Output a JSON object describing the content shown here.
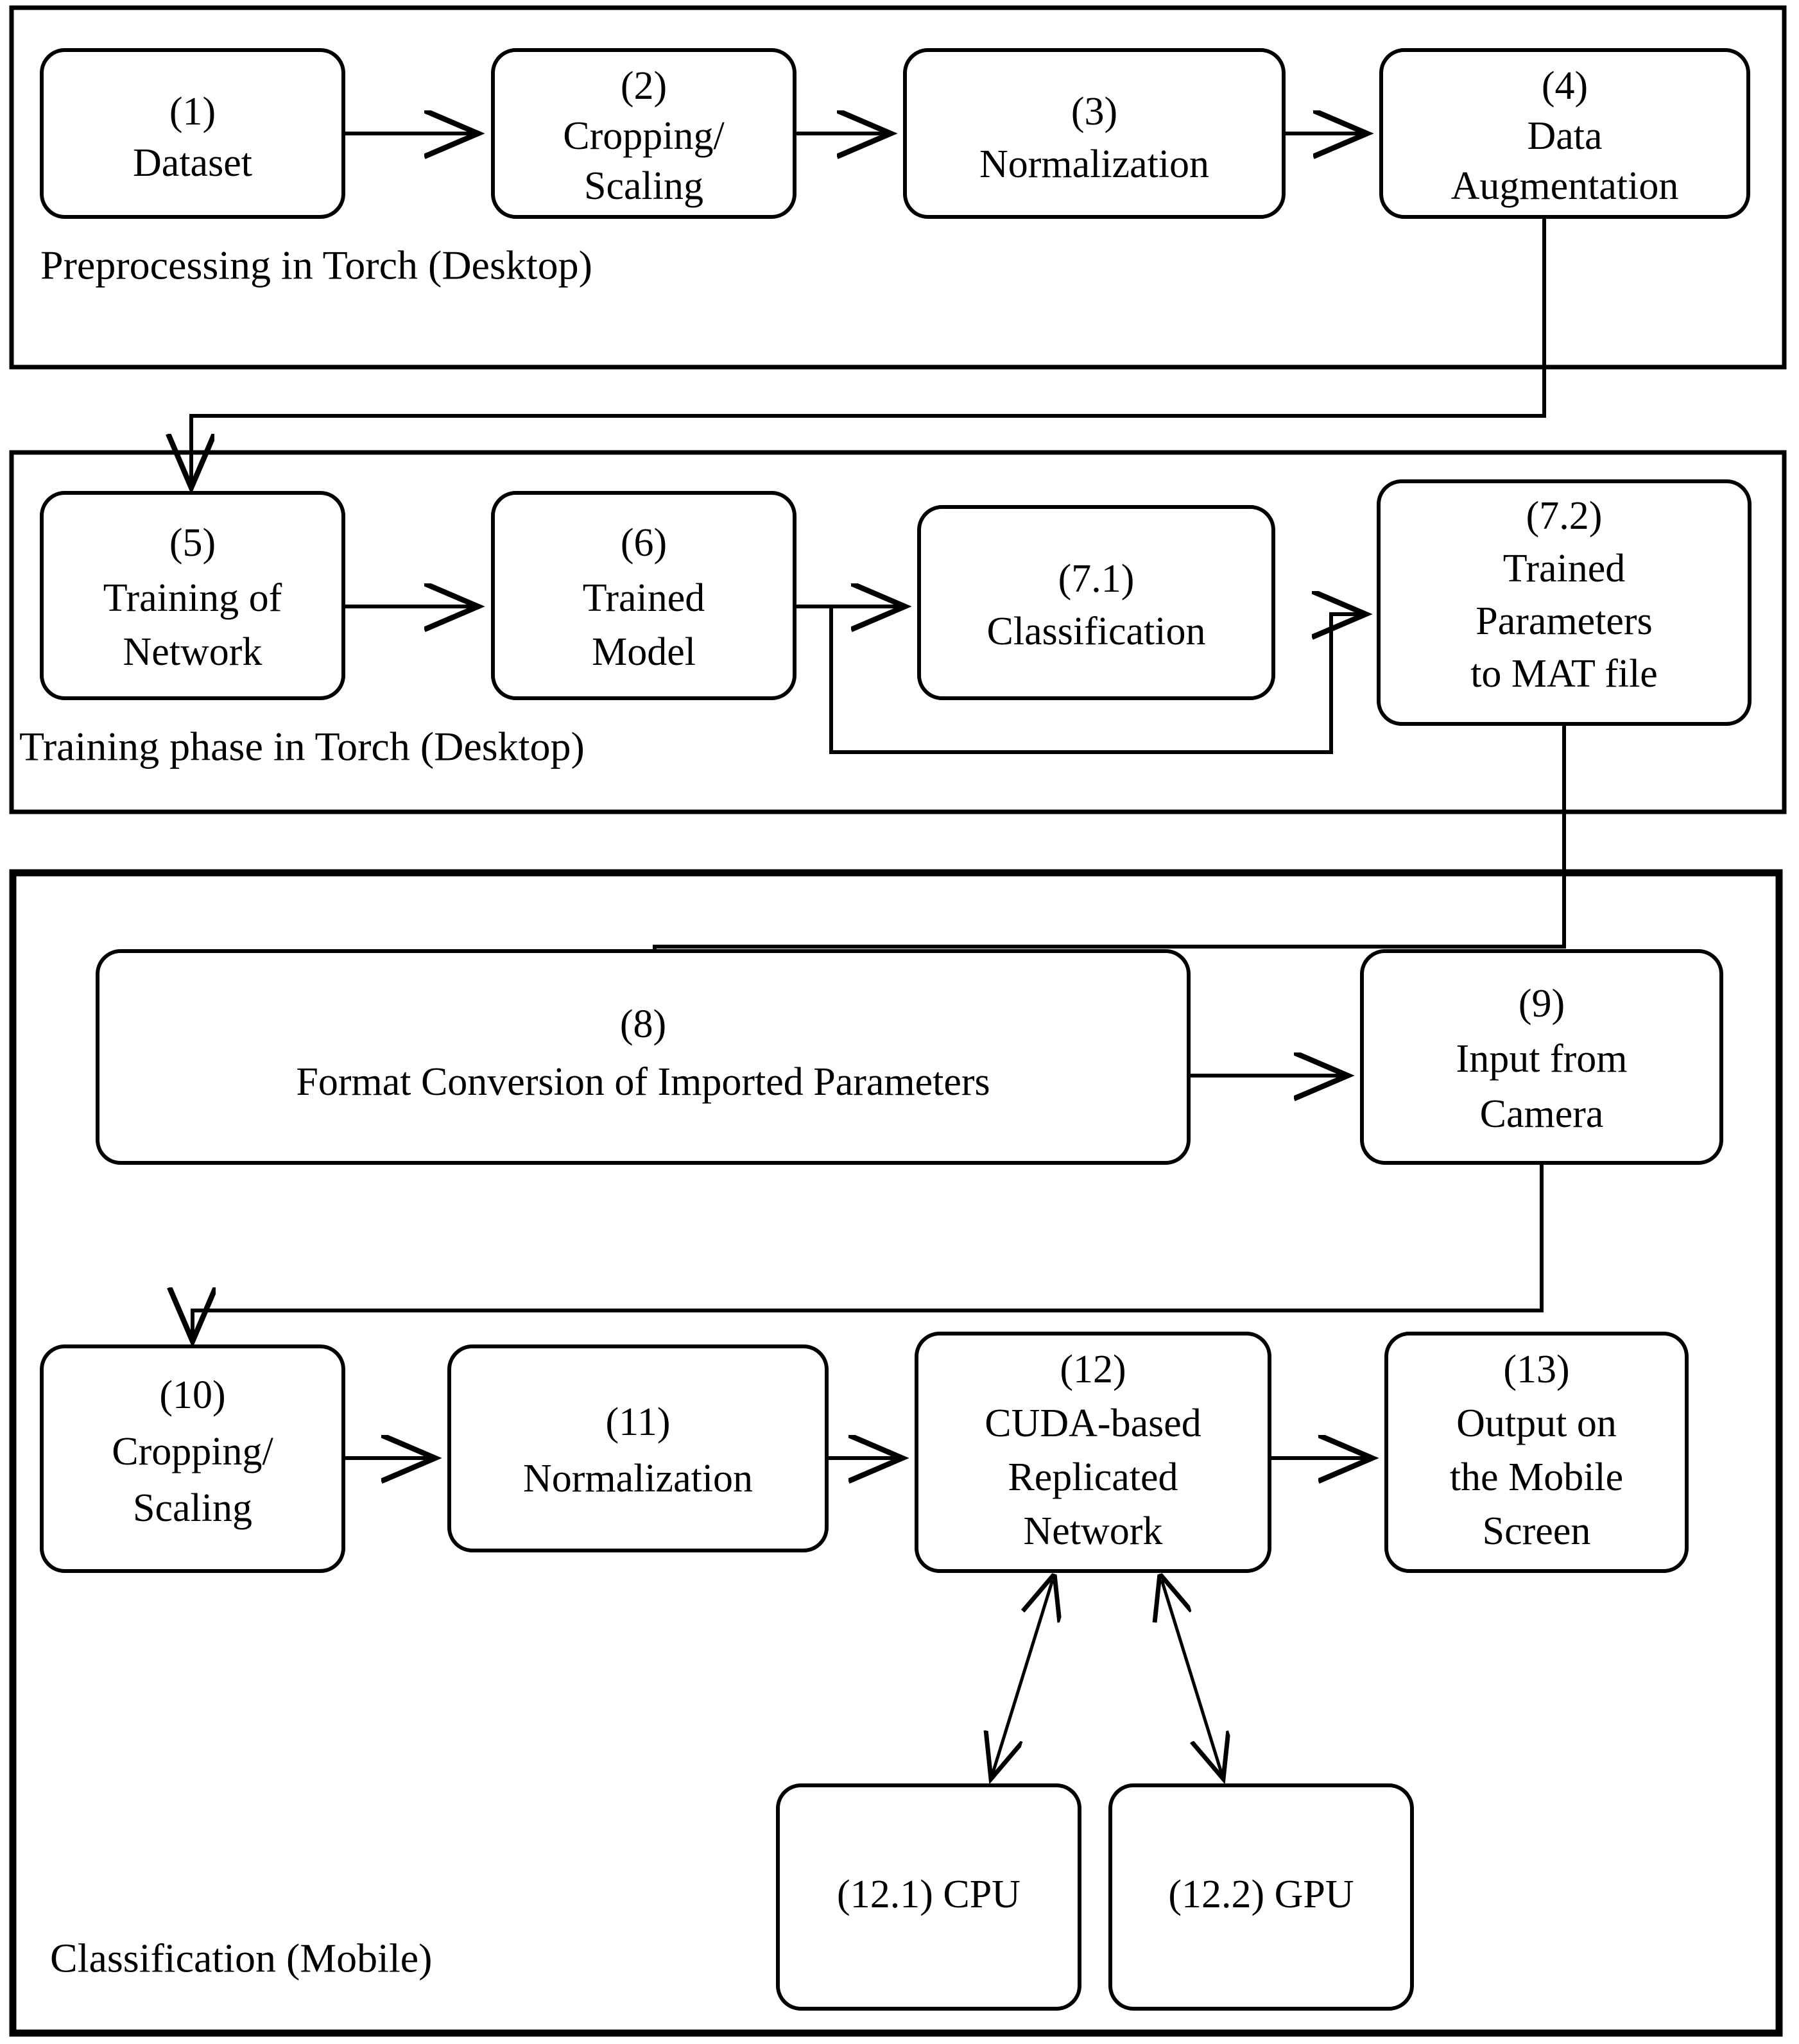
{
  "diagram": {
    "title": "Deep learning pipeline flowchart",
    "stroke_color": "#000000",
    "background_color": "#ffffff",
    "groups": [
      {
        "id": "preprocessing",
        "label": "Preprocessing in Torch (Desktop)"
      },
      {
        "id": "training",
        "label": "Training phase in Torch (Desktop)"
      },
      {
        "id": "classification",
        "label": "Classification (Mobile)"
      }
    ],
    "nodes": [
      {
        "id": "n1",
        "number": "(1)",
        "line1": "(1)",
        "line2": "Dataset",
        "line3": ""
      },
      {
        "id": "n2",
        "number": "(2)",
        "line1": "(2)",
        "line2": "Cropping/",
        "line3": "Scaling"
      },
      {
        "id": "n3",
        "number": "(3)",
        "line1": "(3)",
        "line2": "Normalization",
        "line3": ""
      },
      {
        "id": "n4",
        "number": "(4)",
        "line1": "(4)",
        "line2": "Data",
        "line3": "Augmentation"
      },
      {
        "id": "n5",
        "number": "(5)",
        "line1": "(5)",
        "line2": "Training of",
        "line3": "Network"
      },
      {
        "id": "n6",
        "number": "(6)",
        "line1": "(6)",
        "line2": "Trained",
        "line3": "Model"
      },
      {
        "id": "n71",
        "number": "(7.1)",
        "line1": "(7.1)",
        "line2": "Classification",
        "line3": ""
      },
      {
        "id": "n72",
        "number": "(7.2)",
        "line1": "(7.2)",
        "line2": "Trained",
        "line3": "Parameters",
        "line4": "to MAT file"
      },
      {
        "id": "n8",
        "number": "(8)",
        "line1": "(8)",
        "line2": "Format Conversion of Imported Parameters",
        "line3": ""
      },
      {
        "id": "n9",
        "number": "(9)",
        "line1": "(9)",
        "line2": "Input from",
        "line3": "Camera"
      },
      {
        "id": "n10",
        "number": "(10)",
        "line1": "(10)",
        "line2": "Cropping/",
        "line3": "Scaling"
      },
      {
        "id": "n11",
        "number": "(11)",
        "line1": "(11)",
        "line2": "Normalization",
        "line3": ""
      },
      {
        "id": "n12",
        "number": "(12)",
        "line1": "(12)",
        "line2": "CUDA-based",
        "line3": "Replicated",
        "line4": "Network"
      },
      {
        "id": "n13",
        "number": "(13)",
        "line1": "(13)",
        "line2": "Output on",
        "line3": "the Mobile",
        "line4": "Screen"
      },
      {
        "id": "n121",
        "number": "(12.1)",
        "line1": "(12.1) CPU",
        "line2": "",
        "line3": ""
      },
      {
        "id": "n122",
        "number": "(12.2)",
        "line1": "(12.2) GPU",
        "line2": "",
        "line3": ""
      }
    ],
    "edges": [
      {
        "from": "n1",
        "to": "n2",
        "kind": "arrow"
      },
      {
        "from": "n2",
        "to": "n3",
        "kind": "arrow"
      },
      {
        "from": "n3",
        "to": "n4",
        "kind": "arrow"
      },
      {
        "from": "n4",
        "to": "n5",
        "kind": "arrow"
      },
      {
        "from": "n5",
        "to": "n6",
        "kind": "arrow"
      },
      {
        "from": "n6",
        "to": "n71",
        "kind": "arrow"
      },
      {
        "from": "n6",
        "to": "n72",
        "kind": "arrow"
      },
      {
        "from": "n72",
        "to": "n8",
        "kind": "arrow"
      },
      {
        "from": "n8",
        "to": "n9",
        "kind": "arrow"
      },
      {
        "from": "n9",
        "to": "n10",
        "kind": "arrow"
      },
      {
        "from": "n10",
        "to": "n11",
        "kind": "arrow"
      },
      {
        "from": "n11",
        "to": "n12",
        "kind": "arrow"
      },
      {
        "from": "n12",
        "to": "n13",
        "kind": "arrow"
      },
      {
        "from": "n12",
        "to": "n121",
        "kind": "double-arrow"
      },
      {
        "from": "n12",
        "to": "n122",
        "kind": "double-arrow"
      }
    ]
  }
}
